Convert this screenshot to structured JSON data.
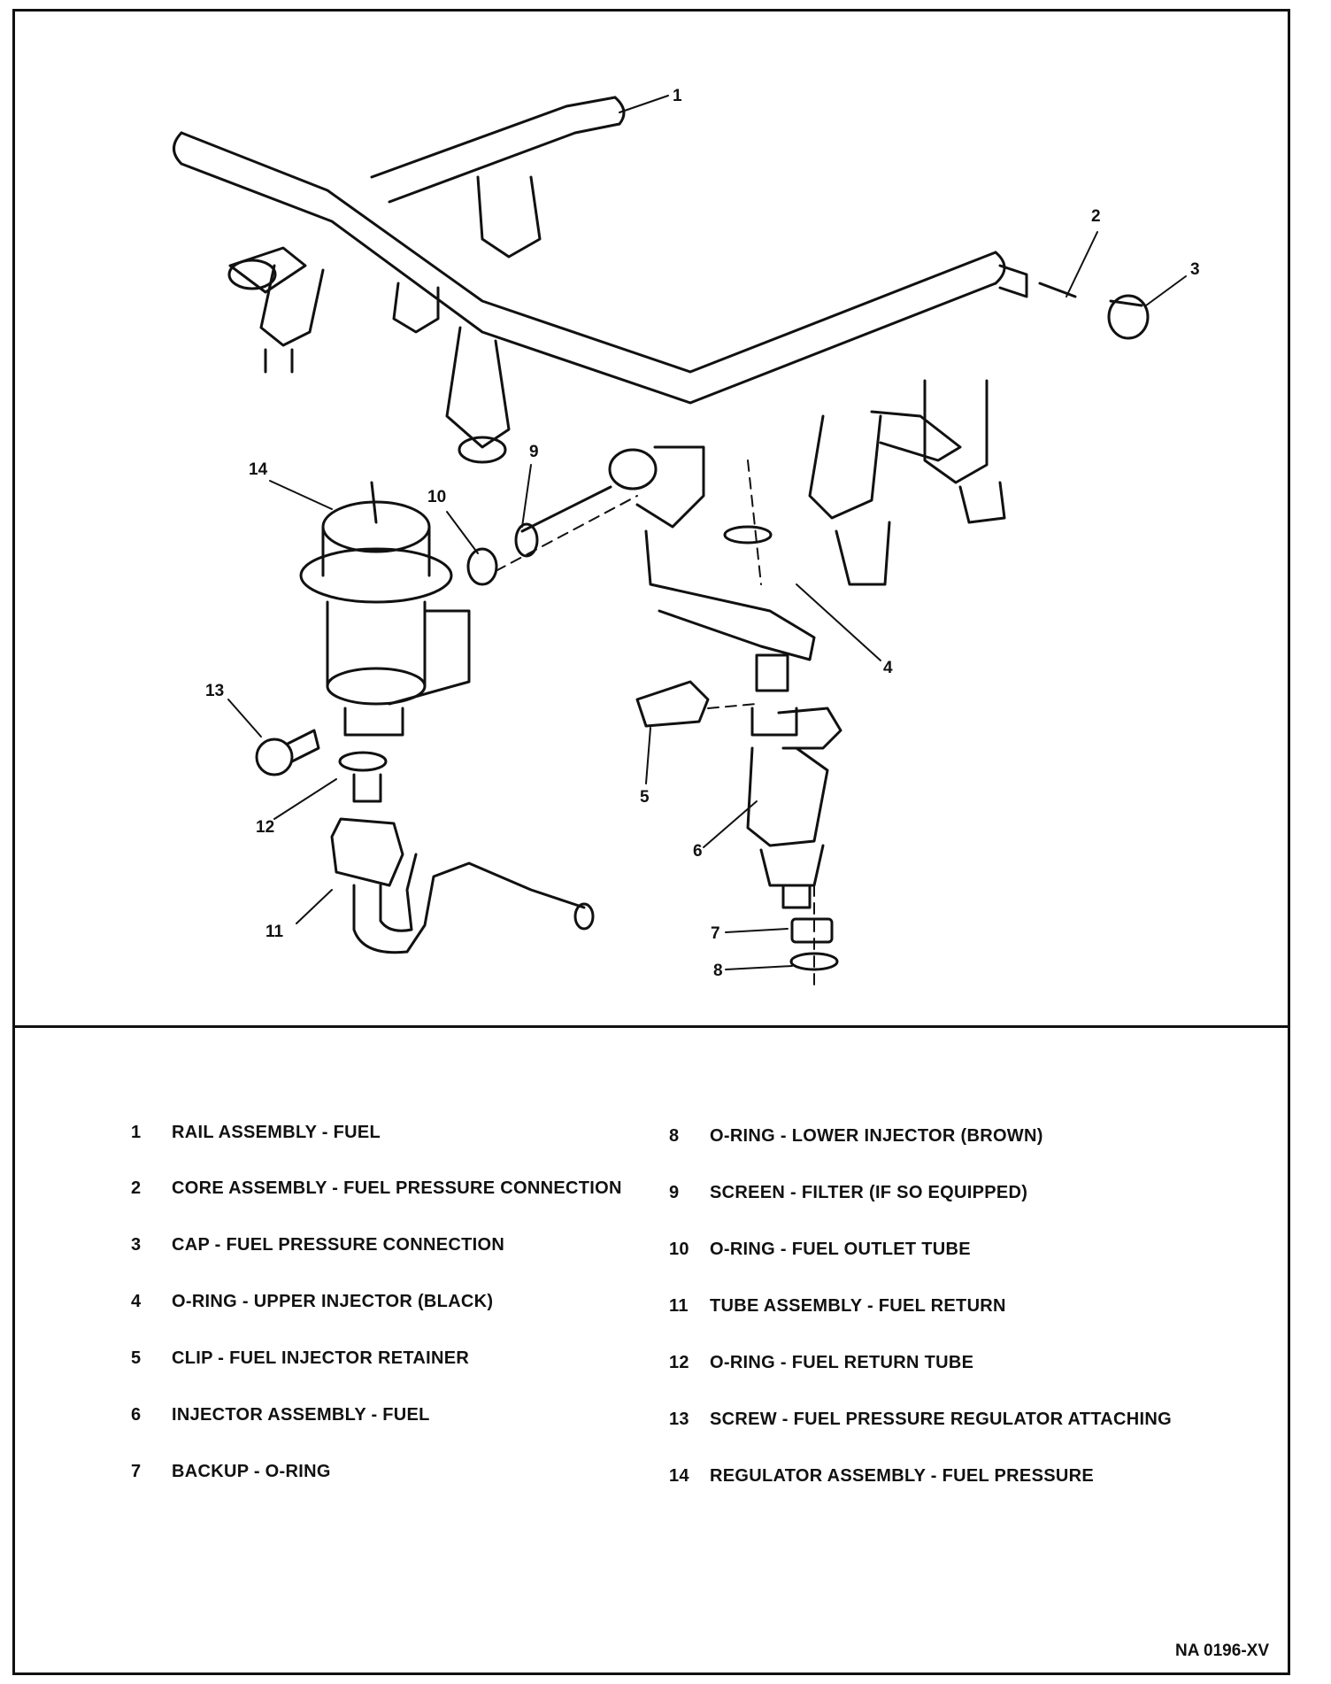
{
  "diagram": {
    "callouts": [
      "1",
      "2",
      "3",
      "4",
      "5",
      "6",
      "7",
      "8",
      "9",
      "10",
      "11",
      "12",
      "13",
      "14"
    ],
    "legend_left": [
      {
        "num": "1",
        "text": "RAIL ASSEMBLY - FUEL"
      },
      {
        "num": "2",
        "text": "CORE ASSEMBLY - FUEL PRESSURE CONNECTION"
      },
      {
        "num": "3",
        "text": "CAP - FUEL PRESSURE CONNECTION"
      },
      {
        "num": "4",
        "text": "O-RING - UPPER INJECTOR (BLACK)"
      },
      {
        "num": "5",
        "text": "CLIP - FUEL INJECTOR RETAINER"
      },
      {
        "num": "6",
        "text": "INJECTOR ASSEMBLY - FUEL"
      },
      {
        "num": "7",
        "text": "BACKUP - O-RING"
      }
    ],
    "legend_right": [
      {
        "num": "8",
        "text": "O-RING - LOWER INJECTOR (BROWN)"
      },
      {
        "num": "9",
        "text": "SCREEN - FILTER (IF SO EQUIPPED)"
      },
      {
        "num": "10",
        "text": "O-RING - FUEL OUTLET TUBE"
      },
      {
        "num": "11",
        "text": "TUBE ASSEMBLY - FUEL RETURN"
      },
      {
        "num": "12",
        "text": "O-RING - FUEL RETURN TUBE"
      },
      {
        "num": "13",
        "text": "SCREW - FUEL PRESSURE REGULATOR ATTACHING"
      },
      {
        "num": "14",
        "text": "REGULATOR ASSEMBLY - FUEL PRESSURE"
      }
    ],
    "drawing_code": "NA 0196-XV"
  }
}
